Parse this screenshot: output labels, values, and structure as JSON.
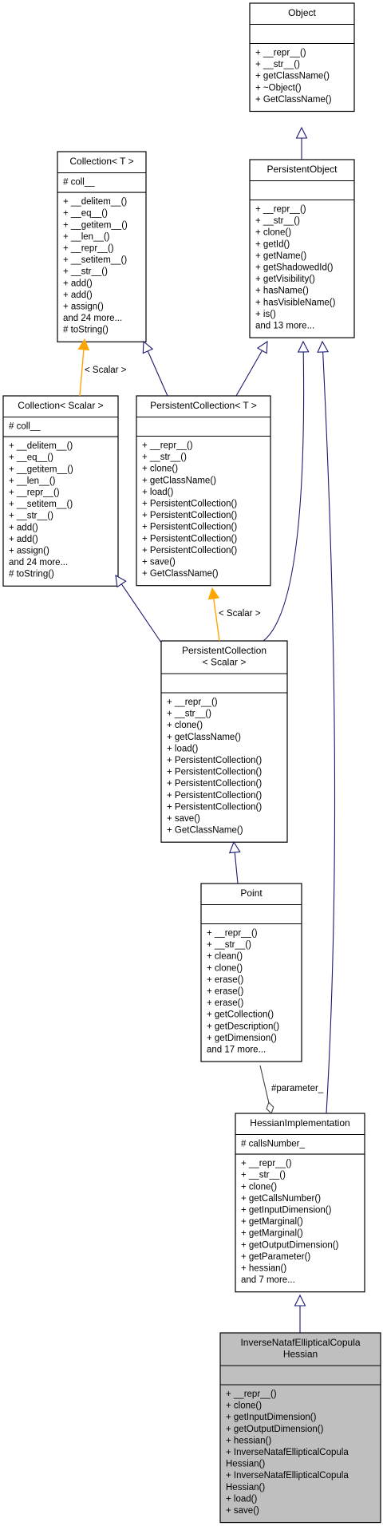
{
  "colors": {
    "inheritance": "#191970",
    "template": "#ffa500",
    "association": "#404040",
    "box_fill": "#ffffff",
    "highlight_fill": "#bfbfbf",
    "border": "#000000"
  },
  "nodes": [
    {
      "id": "object",
      "title": [
        "Object"
      ],
      "attrs": [],
      "ops": [
        "+ __repr__()",
        "+ __str__()",
        "+ getClassName()",
        "+ ~Object()",
        "+ GetClassName()"
      ]
    },
    {
      "id": "persistent-object",
      "title": [
        "PersistentObject"
      ],
      "attrs": [],
      "ops": [
        "+ __repr__()",
        "+ __str__()",
        "+ clone()",
        "+ getId()",
        "+ getName()",
        "+ getShadowedId()",
        "+ getVisibility()",
        "+ hasName()",
        "+ hasVisibleName()",
        "+ is()",
        "and 13 more..."
      ]
    },
    {
      "id": "collection-t",
      "title": [
        "Collection< T >"
      ],
      "attrs": [
        "# coll__"
      ],
      "ops": [
        "+ __delitem__()",
        "+ __eq__()",
        "+ __getitem__()",
        "+ __len__()",
        "+ __repr__()",
        "+ __setitem__()",
        "+ __str__()",
        "+ add()",
        "+ add()",
        "+ assign()",
        "and 24 more...",
        "# toString()"
      ]
    },
    {
      "id": "collection-scalar",
      "title": [
        "Collection< Scalar >"
      ],
      "attrs": [
        "# coll__"
      ],
      "ops": [
        "+ __delitem__()",
        "+ __eq__()",
        "+ __getitem__()",
        "+ __len__()",
        "+ __repr__()",
        "+ __setitem__()",
        "+ __str__()",
        "+ add()",
        "+ add()",
        "+ assign()",
        "and 24 more...",
        "# toString()"
      ]
    },
    {
      "id": "persistent-collection-t",
      "title": [
        "PersistentCollection< T >"
      ],
      "attrs": [],
      "ops": [
        "+ __repr__()",
        "+ __str__()",
        "+ clone()",
        "+ getClassName()",
        "+ load()",
        "+ PersistentCollection()",
        "+ PersistentCollection()",
        "+ PersistentCollection()",
        "+ PersistentCollection()",
        "+ PersistentCollection()",
        "+ save()",
        "+ GetClassName()"
      ]
    },
    {
      "id": "persistent-collection-scalar",
      "title": [
        "PersistentCollection",
        "< Scalar >"
      ],
      "attrs": [],
      "ops": [
        "+ __repr__()",
        "+ __str__()",
        "+ clone()",
        "+ getClassName()",
        "+ load()",
        "+ PersistentCollection()",
        "+ PersistentCollection()",
        "+ PersistentCollection()",
        "+ PersistentCollection()",
        "+ PersistentCollection()",
        "+ save()",
        "+ GetClassName()"
      ]
    },
    {
      "id": "point",
      "title": [
        "Point"
      ],
      "attrs": [],
      "ops": [
        "+ __repr__()",
        "+ __str__()",
        "+ clean()",
        "+ clone()",
        "+ erase()",
        "+ erase()",
        "+ erase()",
        "+ getCollection()",
        "+ getDescription()",
        "+ getDimension()",
        "and 17 more..."
      ]
    },
    {
      "id": "hessian-implementation",
      "title": [
        "HessianImplementation"
      ],
      "attrs": [
        "# callsNumber_"
      ],
      "ops": [
        "+ __repr__()",
        "+ __str__()",
        "+ clone()",
        "+ getCallsNumber()",
        "+ getInputDimension()",
        "+ getMarginal()",
        "+ getMarginal()",
        "+ getOutputDimension()",
        "+ getParameter()",
        "+ hessian()",
        "and 7 more..."
      ]
    },
    {
      "id": "inverse-nataf-elliptical-copula-hessian",
      "title": [
        "InverseNatafEllipticalCopula",
        "Hessian"
      ],
      "attrs": [],
      "ops": [
        "+ __repr__()",
        "+ clone()",
        "+ getInputDimension()",
        "+ getOutputDimension()",
        "+ hessian()",
        "+ InverseNatafEllipticalCopula",
        "Hessian()",
        "+ InverseNatafEllipticalCopula",
        "Hessian()",
        "+ load()",
        "+ save()"
      ]
    }
  ],
  "edges": [
    {
      "from": "persistent-object",
      "to": "object",
      "kind": "inheritance",
      "label": ""
    },
    {
      "from": "collection-scalar",
      "to": "collection-t",
      "kind": "template",
      "label": "< Scalar >"
    },
    {
      "from": "persistent-collection-t",
      "to": "collection-t",
      "kind": "inheritance",
      "label": ""
    },
    {
      "from": "persistent-collection-t",
      "to": "persistent-object",
      "kind": "inheritance",
      "label": ""
    },
    {
      "from": "persistent-collection-scalar",
      "to": "collection-scalar",
      "kind": "inheritance",
      "label": ""
    },
    {
      "from": "persistent-collection-scalar",
      "to": "persistent-object",
      "kind": "inheritance",
      "label": ""
    },
    {
      "from": "persistent-collection-scalar",
      "to": "persistent-collection-t",
      "kind": "template",
      "label": "< Scalar >"
    },
    {
      "from": "point",
      "to": "persistent-collection-scalar",
      "kind": "inheritance",
      "label": ""
    },
    {
      "from": "hessian-implementation",
      "to": "persistent-object",
      "kind": "inheritance",
      "label": ""
    },
    {
      "from": "point",
      "to": "hessian-implementation",
      "kind": "association",
      "label": "#parameter_"
    },
    {
      "from": "inverse-nataf-elliptical-copula-hessian",
      "to": "hessian-implementation",
      "kind": "inheritance",
      "label": ""
    }
  ]
}
